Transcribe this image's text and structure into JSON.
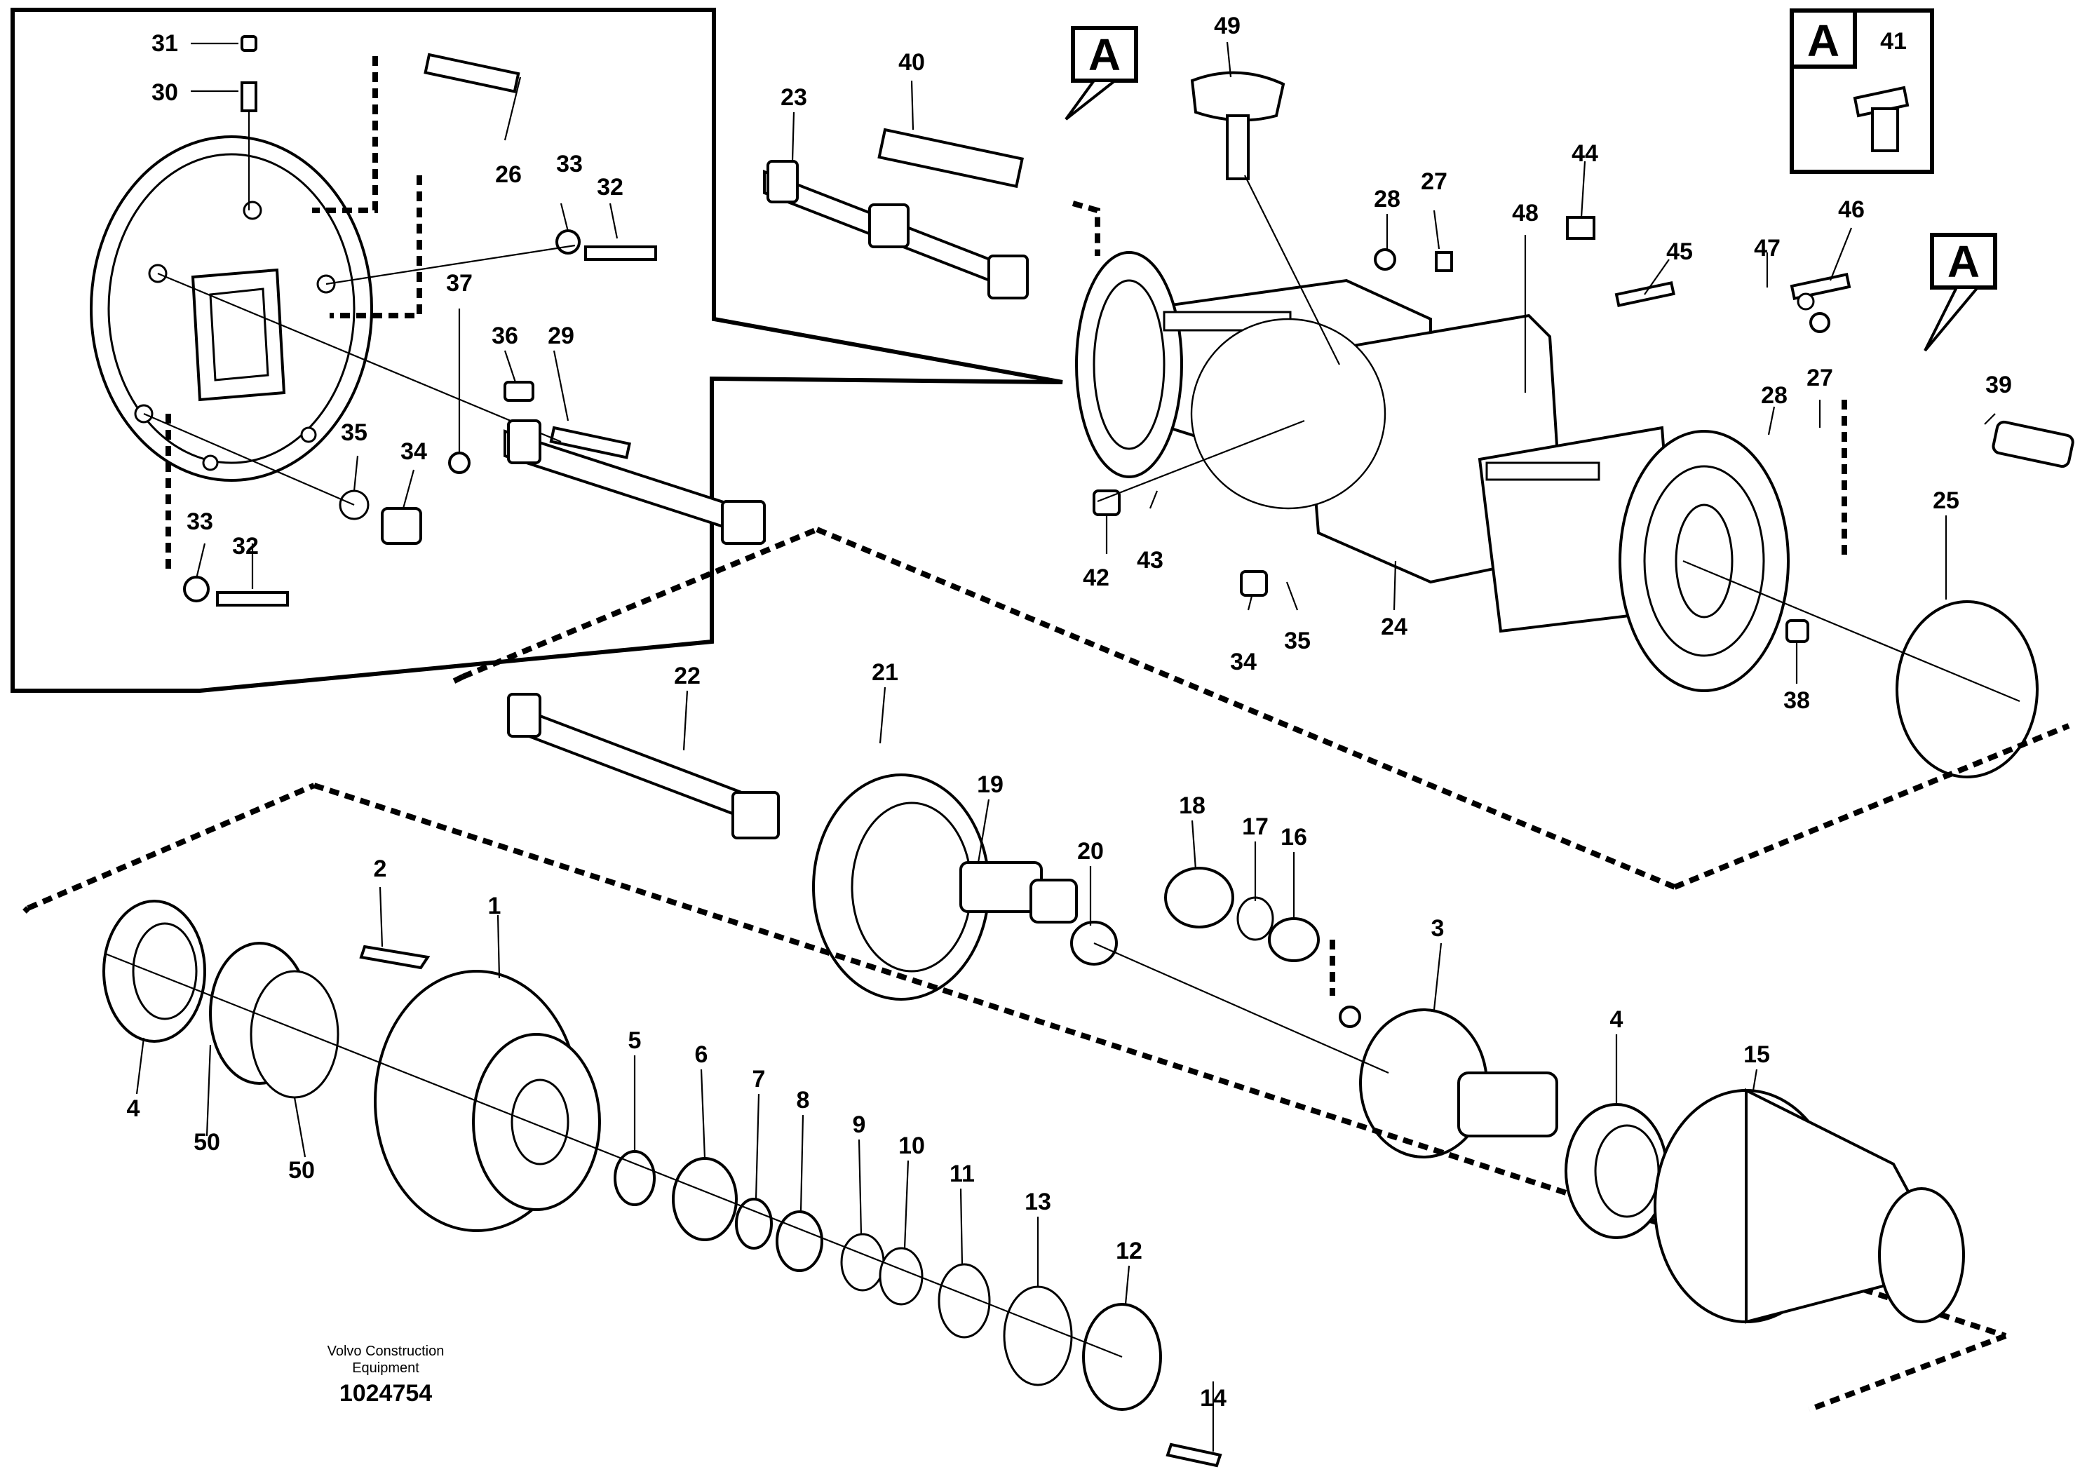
{
  "diagram": {
    "credit_line1": "Volvo Construction",
    "credit_line2": "Equipment",
    "drawing_number": "1024754",
    "detail_ref": "A",
    "colors": {
      "ink": "#000000",
      "paper": "#ffffff"
    },
    "part_labels": [
      "1",
      "2",
      "3",
      "4",
      "4",
      "5",
      "6",
      "7",
      "8",
      "9",
      "10",
      "11",
      "12",
      "13",
      "14",
      "15",
      "16",
      "17",
      "18",
      "19",
      "20",
      "21",
      "22",
      "23",
      "24",
      "25",
      "26",
      "27",
      "27",
      "28",
      "28",
      "29",
      "30",
      "31",
      "32",
      "32",
      "33",
      "33",
      "34",
      "34",
      "35",
      "35",
      "36",
      "37",
      "38",
      "39",
      "40",
      "41",
      "42",
      "43",
      "44",
      "45",
      "46",
      "47",
      "48",
      "49",
      "50",
      "50"
    ]
  }
}
